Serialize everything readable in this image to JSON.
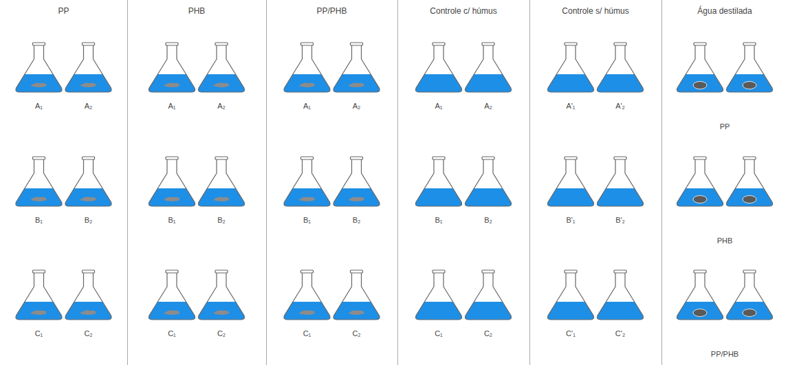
{
  "diagram": {
    "nodes": [
      {
        "text": [
          "PP"
        ]
      },
      {
        "text": [
          "PHB"
        ]
      },
      {
        "text": [
          "PP/PHB"
        ]
      },
      {
        "text": [
          "Controle c/ húmus"
        ]
      },
      {
        "text": [
          "Controle s/ húmus"
        ]
      },
      {
        "text": [
          "Água destilada"
        ]
      }
    ],
    "labels": [
      "A₁",
      "A₂",
      "B₁",
      "B₂",
      "C₁",
      "C₂",
      "A₁",
      "A₂",
      "B₁",
      "B₂",
      "C₁",
      "C₂",
      "A₁",
      "A₂",
      "B₁",
      "B₂",
      "C₁",
      "C₂",
      "A₁",
      "A₂",
      "B₁",
      "B₂",
      "C₁",
      "C₂",
      "A'₁",
      "A'₂",
      "B'₁",
      "B'₂",
      "C'₁",
      "C'₂",
      "PP",
      "PHB",
      "PP/PHB"
    ]
  }
}
